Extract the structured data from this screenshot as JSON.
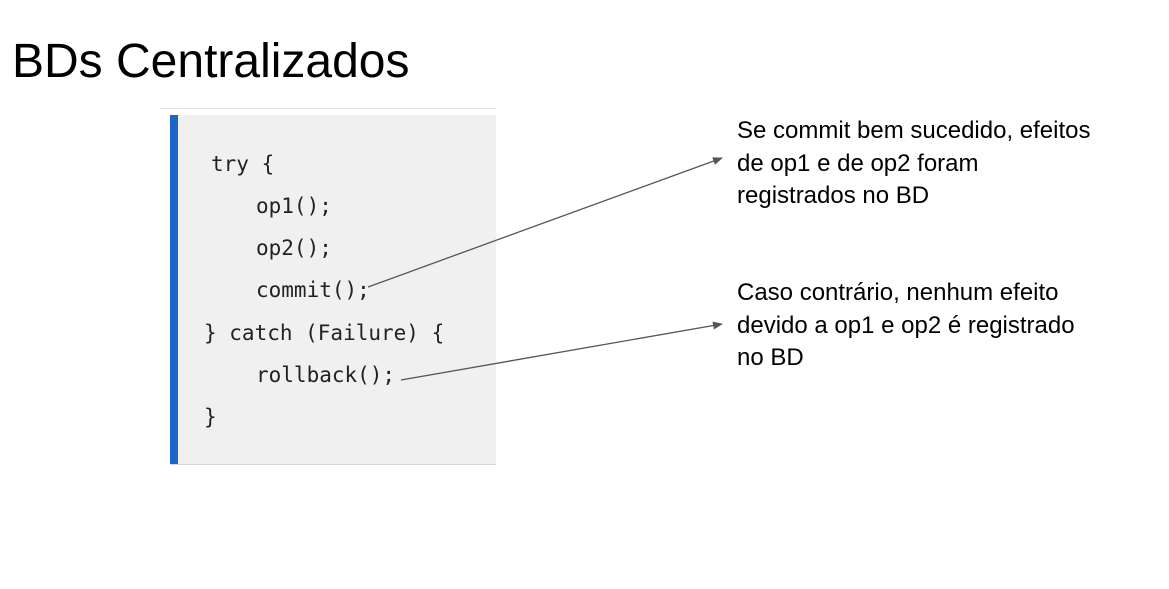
{
  "slide": {
    "title": "BDs Centralizados"
  },
  "code": {
    "lines": [
      "try {",
      "op1();",
      "op2();",
      "commit();",
      "} catch (Failure) {",
      "rollback();",
      "}"
    ],
    "accent_color": "#1a66c9",
    "background_color": "#f0f0f0"
  },
  "callouts": {
    "success": {
      "lines": [
        "Se commit bem sucedido, efeitos",
        "de op1 e de op2 foram",
        "registrados no BD"
      ]
    },
    "failure": {
      "lines": [
        "Caso contrário, nenhum efeito",
        "devido a op1 e op2 é registrado",
        "no BD"
      ]
    }
  }
}
